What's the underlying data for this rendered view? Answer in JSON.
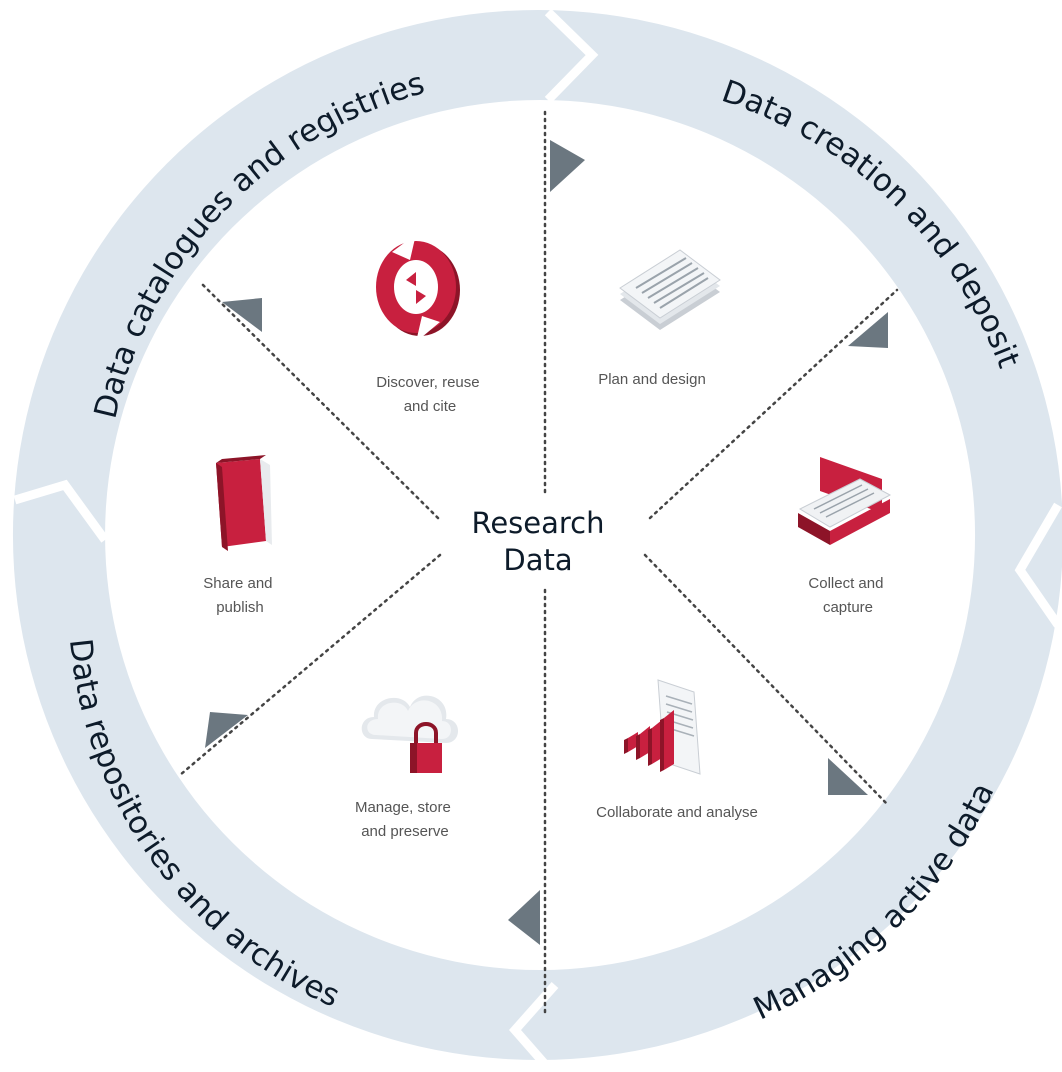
{
  "center": {
    "line1": "Research",
    "line2": "Data"
  },
  "ring": [
    {
      "label": "Data creation and deposit"
    },
    {
      "label": "Managing active data"
    },
    {
      "label": "Data repositories and archives"
    },
    {
      "label": "Data catalogues and registries"
    }
  ],
  "stages": [
    {
      "lines": [
        "Plan and design"
      ],
      "icon": "document-stack-icon"
    },
    {
      "lines": [
        "Collect and",
        "capture"
      ],
      "icon": "briefcase-icon"
    },
    {
      "lines": [
        "Collaborate and analyse"
      ],
      "icon": "bar-chart-document-icon"
    },
    {
      "lines": [
        "Manage, store",
        "and preserve"
      ],
      "icon": "cloud-lock-icon"
    },
    {
      "lines": [
        "Share and",
        "publish"
      ],
      "icon": "book-icon"
    },
    {
      "lines": [
        "Discover, reuse",
        "and cite"
      ],
      "icon": "cycle-arrows-icon"
    }
  ],
  "colors": {
    "ring": "#dde6ee",
    "accent": "#c8203f",
    "accent_dark": "#8d1428",
    "arrow": "#6b7780",
    "dots": "#444444",
    "text_dark": "#0d1b2a",
    "text_muted": "#555555"
  }
}
